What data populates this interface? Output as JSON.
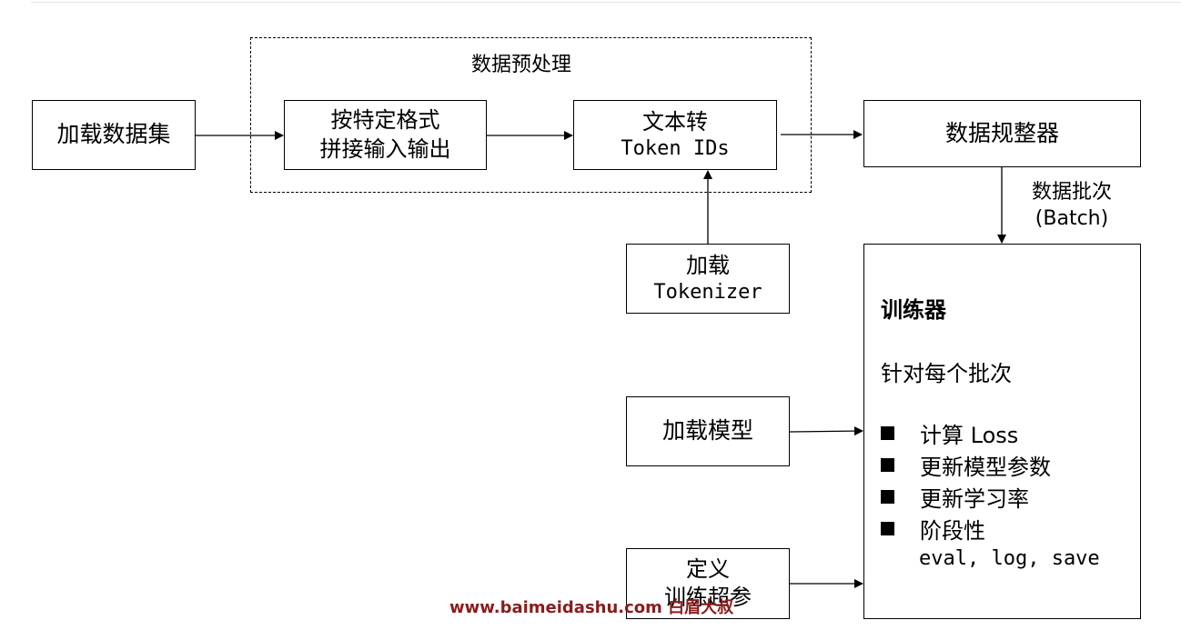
{
  "preprocess": {
    "title": "数据预处理"
  },
  "load_dataset": {
    "label": "加载数据集"
  },
  "format_concat": {
    "line1": "按特定格式",
    "line2": "拼接输入输出"
  },
  "text_to_tokens": {
    "line1": "文本转",
    "line2": "Token IDs"
  },
  "load_tokenizer": {
    "line1": "加载",
    "line2": "Tokenizer"
  },
  "collator": {
    "label": "数据规整器"
  },
  "batch": {
    "line1": "数据批次",
    "line2": "(Batch)"
  },
  "load_model": {
    "label": "加载模型"
  },
  "hyperparams": {
    "line1": "定义",
    "line2": "训练超参"
  },
  "trainer": {
    "title": "训练器",
    "subtitle": "针对每个批次",
    "steps": [
      "计算 Loss",
      "更新模型参数",
      "更新学习率",
      "阶段性"
    ],
    "note": "eval, log, save"
  },
  "watermark": "www.baimeidashu.com 白眉大叔"
}
